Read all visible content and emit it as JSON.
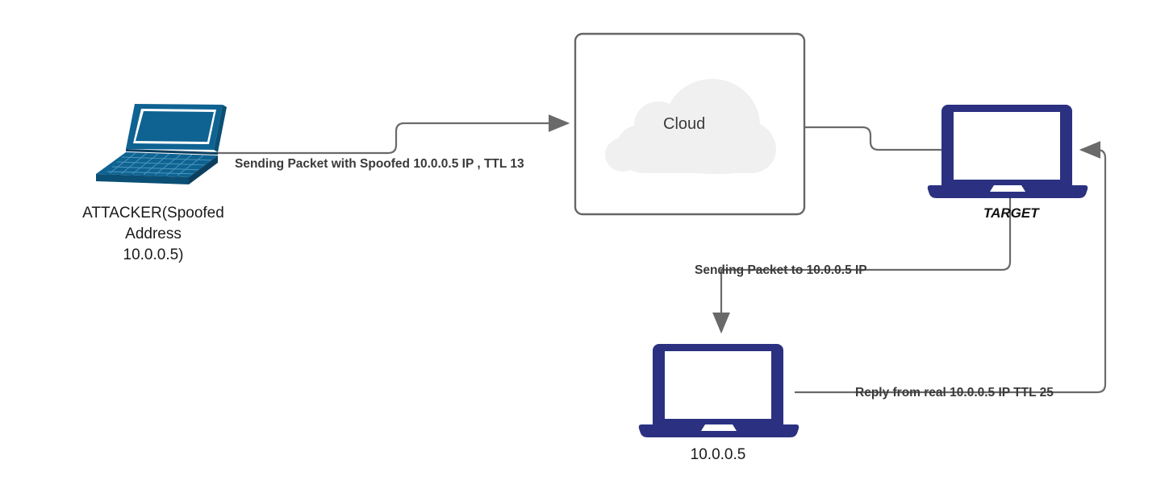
{
  "diagram": {
    "title_text_color": "#1a1a1a",
    "background": "#ffffff",
    "colors": {
      "attacker_laptop": "#0F6392",
      "attacker_laptop_dark": "#0B4F75",
      "attacker_laptop_light": "#2B7BA8",
      "target_laptop": "#2B3180",
      "connector": "#6a6a6a",
      "cloud_fill": "#f0f0f0",
      "cloud_box_border": "#666666",
      "label_text": "#3a3a3a"
    },
    "nodes": [
      {
        "id": "attacker",
        "icon": "laptop-isometric-icon",
        "label_lines": [
          "ATTACKER(Spoofed",
          "Address",
          "10.0.0.5)"
        ]
      },
      {
        "id": "cloud",
        "icon": "cloud-icon",
        "label": "Cloud"
      },
      {
        "id": "target",
        "icon": "laptop-front-icon",
        "label": "TARGET"
      },
      {
        "id": "real-host",
        "icon": "laptop-front-icon",
        "label": "10.0.0.5"
      }
    ],
    "edges": [
      {
        "id": "attacker-to-cloud",
        "label": "Sending Packet with Spoofed 10.0.0.5 IP , TTL 13",
        "from": "attacker",
        "to": "cloud",
        "arrow": true
      },
      {
        "id": "cloud-to-target",
        "label": "",
        "from": "cloud",
        "to": "target",
        "arrow": false
      },
      {
        "id": "target-to-real-host",
        "label": "Sending Packet to 10.0.0.5 IP",
        "from": "target",
        "to": "real-host",
        "arrow": true
      },
      {
        "id": "real-host-to-target",
        "label": "Reply from real 10.0.0.5 IP TTL 25",
        "from": "real-host",
        "to": "target",
        "arrow": true
      }
    ]
  }
}
